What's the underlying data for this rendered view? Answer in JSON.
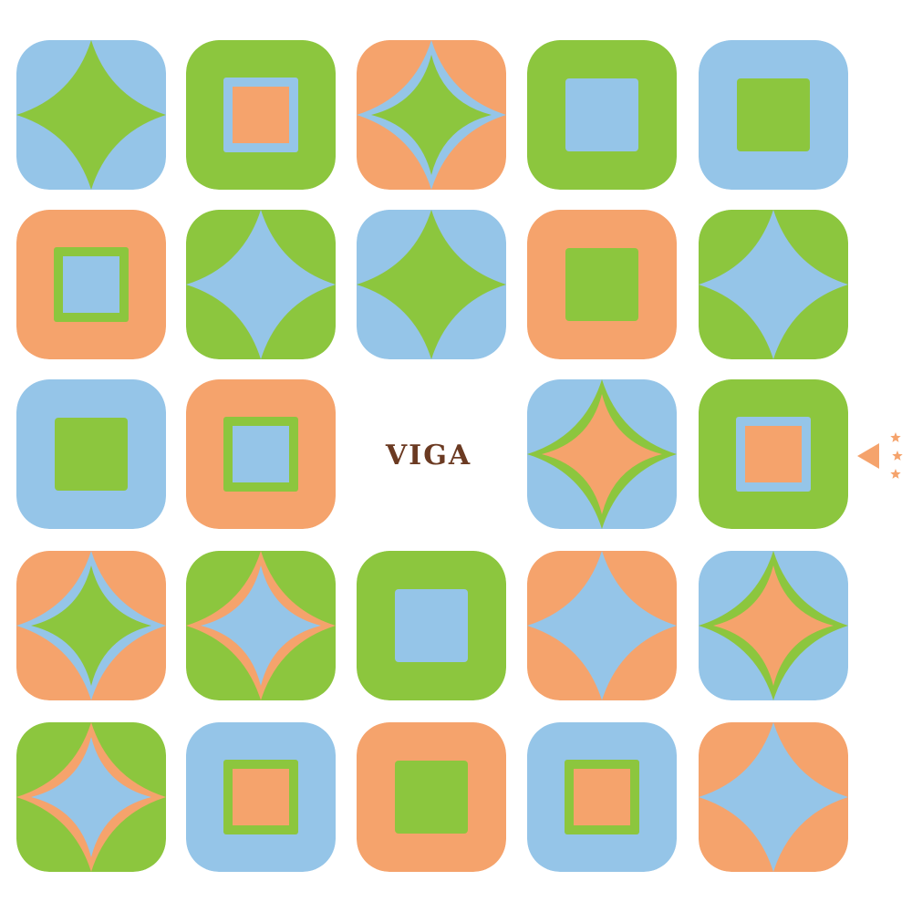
{
  "brand": {
    "logo_text": "VIGA",
    "text_color": "#6b3a22"
  },
  "colors": {
    "blue": "#95c5e8",
    "green": "#8cc63e",
    "orange": "#f5a36c",
    "board": "#ffffff"
  },
  "tiles": [
    {
      "row": 0,
      "col": 0,
      "pattern": "star",
      "bg": "blue",
      "main": "green"
    },
    {
      "row": 0,
      "col": 1,
      "pattern": "square-bordered",
      "bg": "green",
      "ring": "blue",
      "main": "orange"
    },
    {
      "row": 0,
      "col": 2,
      "pattern": "star-bordered",
      "bg": "orange",
      "ring": "blue",
      "main": "green"
    },
    {
      "row": 0,
      "col": 3,
      "pattern": "square",
      "bg": "green",
      "main": "blue"
    },
    {
      "row": 0,
      "col": 4,
      "pattern": "square",
      "bg": "blue",
      "main": "green"
    },
    {
      "row": 1,
      "col": 0,
      "pattern": "square-bordered",
      "bg": "orange",
      "ring": "green",
      "main": "blue"
    },
    {
      "row": 1,
      "col": 1,
      "pattern": "star",
      "bg": "green",
      "main": "blue"
    },
    {
      "row": 1,
      "col": 2,
      "pattern": "star",
      "bg": "blue",
      "main": "green"
    },
    {
      "row": 1,
      "col": 3,
      "pattern": "square",
      "bg": "orange",
      "main": "green"
    },
    {
      "row": 1,
      "col": 4,
      "pattern": "star",
      "bg": "green",
      "main": "blue"
    },
    {
      "row": 2,
      "col": 0,
      "pattern": "square",
      "bg": "blue",
      "main": "green"
    },
    {
      "row": 2,
      "col": 1,
      "pattern": "square-bordered",
      "bg": "orange",
      "ring": "green",
      "main": "blue"
    },
    {
      "row": 2,
      "col": 3,
      "pattern": "star-bordered",
      "bg": "blue",
      "ring": "green",
      "main": "orange"
    },
    {
      "row": 2,
      "col": 4,
      "pattern": "square-bordered",
      "bg": "green",
      "ring": "blue",
      "main": "orange"
    },
    {
      "row": 3,
      "col": 0,
      "pattern": "star-bordered",
      "bg": "orange",
      "ring": "blue",
      "main": "green"
    },
    {
      "row": 3,
      "col": 1,
      "pattern": "star-bordered",
      "bg": "green",
      "ring": "orange",
      "main": "blue"
    },
    {
      "row": 3,
      "col": 2,
      "pattern": "square",
      "bg": "green",
      "main": "blue"
    },
    {
      "row": 3,
      "col": 3,
      "pattern": "star",
      "bg": "orange",
      "main": "blue"
    },
    {
      "row": 3,
      "col": 4,
      "pattern": "star-bordered",
      "bg": "blue",
      "ring": "green",
      "main": "orange"
    },
    {
      "row": 4,
      "col": 0,
      "pattern": "star-bordered",
      "bg": "green",
      "ring": "orange",
      "main": "blue"
    },
    {
      "row": 4,
      "col": 1,
      "pattern": "square-bordered",
      "bg": "blue",
      "ring": "green",
      "main": "orange"
    },
    {
      "row": 4,
      "col": 2,
      "pattern": "square",
      "bg": "orange",
      "main": "green"
    },
    {
      "row": 4,
      "col": 3,
      "pattern": "square-bordered",
      "bg": "blue",
      "ring": "green",
      "main": "orange"
    },
    {
      "row": 4,
      "col": 4,
      "pattern": "star",
      "bg": "orange",
      "main": "blue"
    }
  ],
  "start_marker": {
    "shape": "triangle-with-stars",
    "star_count": 3,
    "color": "orange"
  }
}
